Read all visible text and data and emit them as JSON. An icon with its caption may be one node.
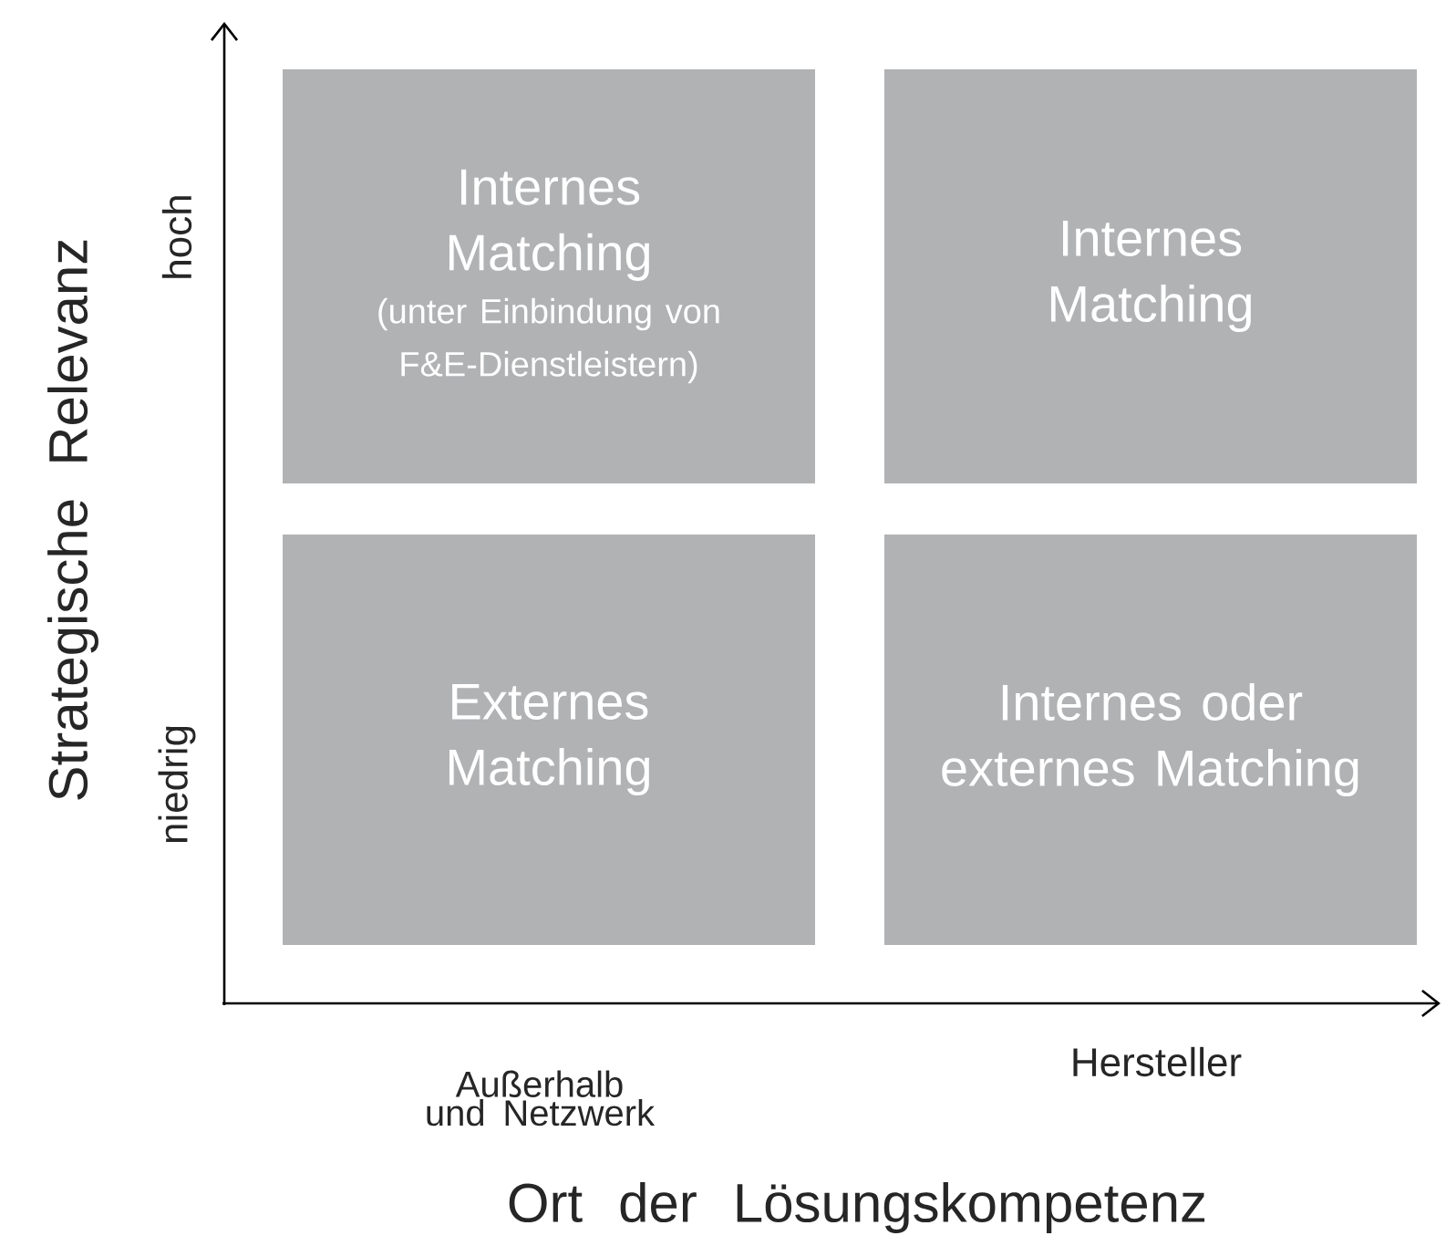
{
  "diagram": {
    "nodes": [
      {
        "text": [
          "Internes Matching",
          "(unter Einbindung von F&E-Dienstleistern)"
        ]
      },
      {
        "text": [
          "Internes Matching"
        ]
      },
      {
        "text": [
          "Externes Matching"
        ]
      },
      {
        "text": [
          "Internes oder externes Matching"
        ]
      }
    ],
    "labels": [
      "Strategische Relevanz",
      "hoch",
      "niedrig",
      "Außerhalb und Netzwerk",
      "Hersteller",
      "Ort der Lösungskompetenz"
    ]
  }
}
